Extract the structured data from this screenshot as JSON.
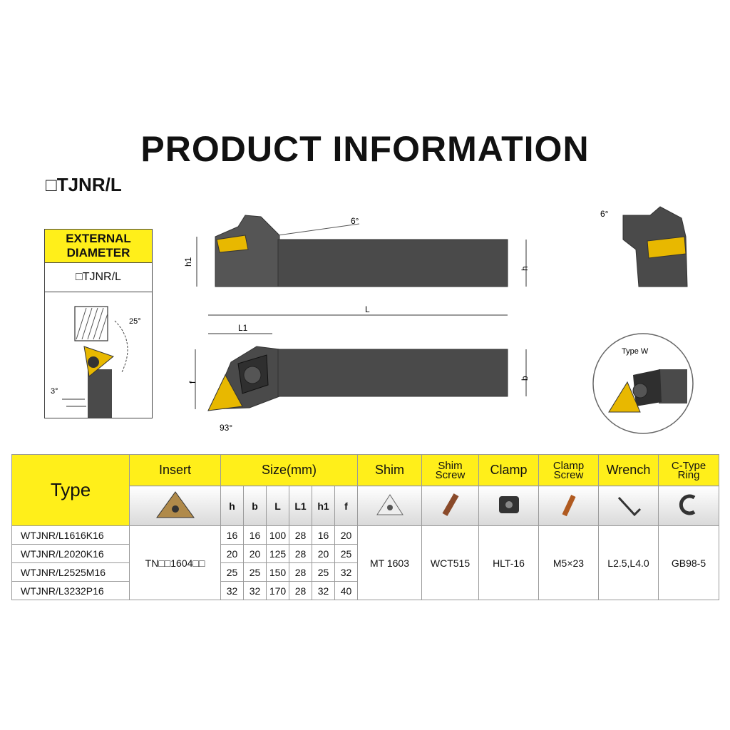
{
  "header": {
    "title": "PRODUCT INFORMATION",
    "subtitle": "□TJNR/L"
  },
  "side_panel": {
    "line1": "EXTERNAL",
    "line2": "DIAMETER",
    "code": "□TJNR/L",
    "angle_25": "25°",
    "angle_3": "3°"
  },
  "drawing": {
    "angle_top": "6°",
    "angle_side": "6°",
    "label_h1": "h1",
    "label_h": "h",
    "label_L": "L",
    "label_L1": "L1",
    "label_f": "f",
    "label_b": "b",
    "angle_93": "93°",
    "type_w": "Type W"
  },
  "table": {
    "type_label": "Type",
    "insert_label": "Insert",
    "size_label": "Size(mm)",
    "size_cols": [
      "h",
      "b",
      "L",
      "L1",
      "h1",
      "f"
    ],
    "shim_label": "Shim",
    "shim_screw_label": [
      "Shim",
      "Screw"
    ],
    "clamp_label": "Clamp",
    "clamp_screw_label": [
      "Clamp",
      "Screw"
    ],
    "wrench_label": "Wrench",
    "ring_label": [
      "C-Type",
      "Ring"
    ],
    "rows": [
      {
        "type": "WTJNR/L1616K16",
        "sizes": [
          "16",
          "16",
          "100",
          "28",
          "16",
          "20"
        ]
      },
      {
        "type": "WTJNR/L2020K16",
        "sizes": [
          "20",
          "20",
          "125",
          "28",
          "20",
          "25"
        ]
      },
      {
        "type": "WTJNR/L2525M16",
        "sizes": [
          "25",
          "25",
          "150",
          "28",
          "25",
          "32"
        ]
      },
      {
        "type": "WTJNR/L3232P16",
        "sizes": [
          "32",
          "32",
          "170",
          "28",
          "32",
          "40"
        ]
      }
    ],
    "insert_value": "TN□□1604□□",
    "shim_value": "MT 1603",
    "shim_screw_value": "WCT515",
    "clamp_value": "HLT-16",
    "clamp_screw_value": "M5×23",
    "wrench_value": "L2.5,L4.0",
    "ring_value": "GB98-5"
  },
  "colors": {
    "accent_yellow": "#ffef1a",
    "tool_gray": "#4a4a4a",
    "insert_gold": "#e8b800"
  }
}
